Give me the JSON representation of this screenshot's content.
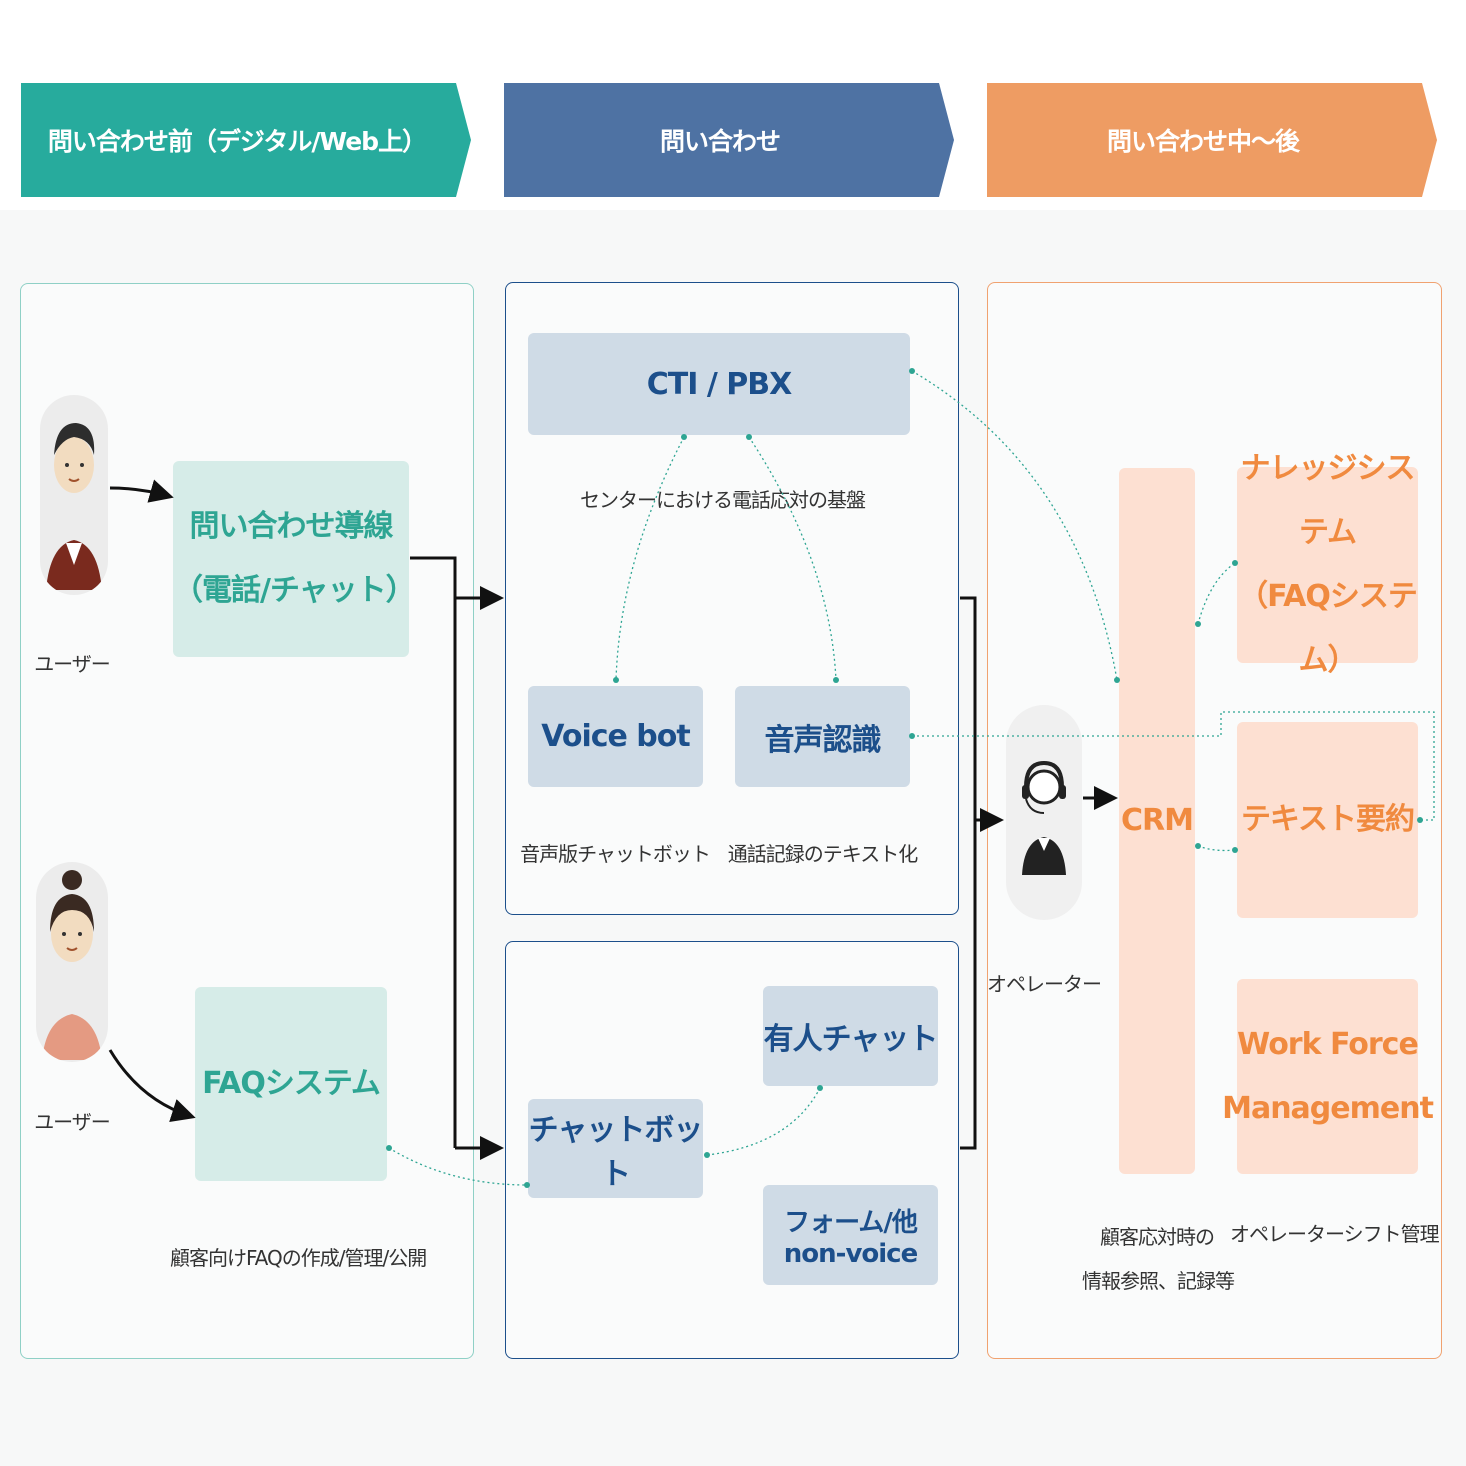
{
  "headers": [
    {
      "label": "問い合わせ前（デジタル/Web上）",
      "color": "#27ab9d"
    },
    {
      "label": "問い合わせ",
      "color": "#4e72a3"
    },
    {
      "label": "問い合わせ中〜後",
      "color": "#ee9c63"
    }
  ],
  "colors": {
    "teal": "#2ea593",
    "blue": "#1c4f8b",
    "orange": "#f08a3f"
  },
  "left": {
    "user1_label": "ユーザー",
    "user2_label": "ユーザー",
    "box1_line1": "問い合わせ導線",
    "box1_line2": "（電話/チャット）",
    "box2": "FAQシステム",
    "box2_caption": "顧客向けFAQの作成/管理/公開"
  },
  "middle": {
    "cti": "CTI / PBX",
    "cti_caption": "センターにおける電話応対の基盤",
    "voicebot": "Voice bot",
    "voicebot_caption": "音声版チャットボット",
    "speech": "音声認識",
    "speech_caption": "通話記録のテキスト化",
    "chatbot": "チャットボット",
    "human_chat": "有人チャット",
    "form": "フォーム/他non-voice"
  },
  "right": {
    "operator_label": "オペレーター",
    "crm": "CRM",
    "crm_caption_line1": "顧客応対時の",
    "crm_caption_line2": "情報参照、記録等",
    "knowledge_line1": "ナレッジシステム",
    "knowledge_line2": "（FAQシステム）",
    "summary": "テキスト要約",
    "wfm_line1": "Work Force",
    "wfm_line2": "Management",
    "wfm_caption": "オペレーターシフト管理"
  }
}
